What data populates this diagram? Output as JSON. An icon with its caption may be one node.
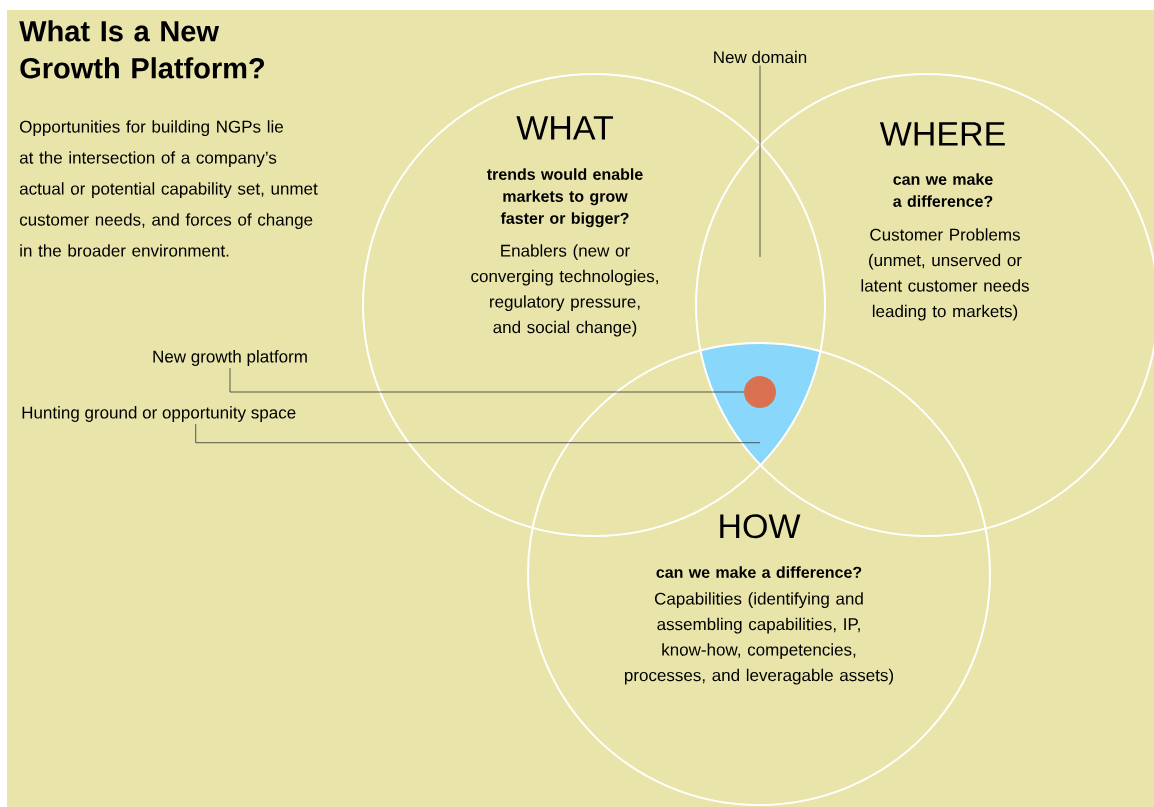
{
  "diagram": {
    "title": "What Is a New Growth Platform?",
    "nodes": [
      {
        "text": [
          "WHAT",
          "trends would enable markets to grow faster or bigger?",
          "Enablers (new or converging technologies, regulatory pressure, and social change)"
        ]
      },
      {
        "text": [
          "WHERE",
          "can we make a difference?",
          "Customer Problems (unmet, unserved or latent customer needs leading to markets)"
        ]
      },
      {
        "text": [
          "HOW",
          "can we make a difference?",
          "Capabilities (identifying and assembling capabilities, IP, know-how, competencies, processes, and leveragable assets)"
        ]
      },
      {
        "text": [],
        "shape": "triangle"
      },
      {
        "text": [],
        "shape": "circle"
      },
      {
        "text": [
          "New domain"
        ]
      },
      {
        "text": [
          "New growth platform"
        ]
      },
      {
        "text": [
          "Hunting ground or opportunity space"
        ]
      }
    ],
    "edges": [
      {
        "from": 5,
        "to": 0,
        "arrow": "none"
      },
      {
        "from": 6,
        "to": 4,
        "arrow": "none"
      },
      {
        "from": 7,
        "to": 3,
        "arrow": "none"
      }
    ],
    "labels": [
      "Opportunities for building NGPs lie at the intersection of a company’s actual or potential capability set, unmet customer needs, and forces of change in the broader environment."
    ]
  }
}
